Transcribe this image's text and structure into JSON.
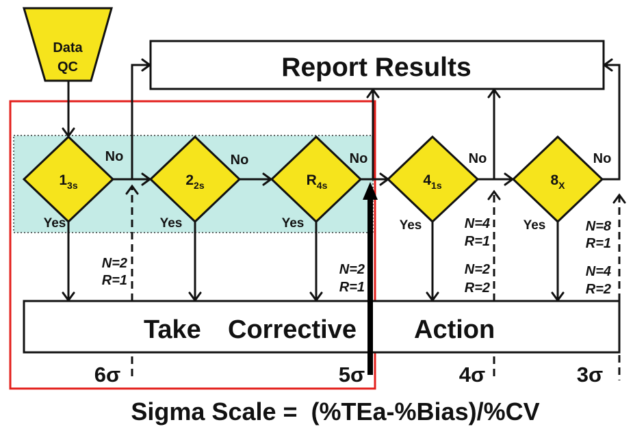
{
  "data_qc": {
    "line1": "Data",
    "line2": "QC"
  },
  "report_results": "Report Results",
  "corrective_action": {
    "word1": "Take",
    "word2": "Corrective",
    "word3": "Action"
  },
  "rules": [
    {
      "main": "1",
      "sub": "3s",
      "no": "No",
      "yes": "Yes"
    },
    {
      "main": "2",
      "sub": "2s",
      "no": "No",
      "yes": "Yes"
    },
    {
      "main": "R",
      "sub": "4s",
      "no": "No",
      "yes": "Yes"
    },
    {
      "main": "4",
      "sub": "1s",
      "no": "No",
      "yes": "Yes"
    },
    {
      "main": "8",
      "sub": "X",
      "no": "No",
      "yes": "Yes"
    }
  ],
  "sigma_levels": [
    {
      "label": "6σ",
      "runs": [
        "N=2",
        "R=1"
      ]
    },
    {
      "label": "5σ",
      "runs": [
        "N=2",
        "R=1"
      ]
    },
    {
      "label": "4σ",
      "runs": [
        "N=4",
        "R=1",
        "N=2",
        "R=2"
      ]
    },
    {
      "label": "3σ",
      "runs": [
        "N=8",
        "R=1",
        "N=4",
        "R=2"
      ]
    }
  ],
  "formula": "Sigma Scale =  (%TEa-%Bias)/%CV",
  "colors": {
    "yellow": "#f6e41c",
    "band": "#c4ebe6",
    "frame_red": "#e3201c"
  }
}
